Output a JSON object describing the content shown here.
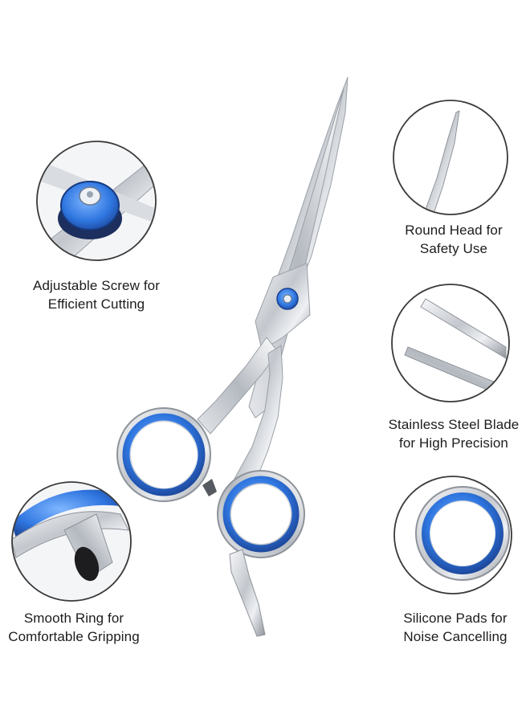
{
  "features": {
    "screw": {
      "line1": "Adjustable Screw for",
      "line2": "Efficient Cutting"
    },
    "head": {
      "line1": "Round Head for",
      "line2": "Safety Use"
    },
    "blade": {
      "line1": "Stainless Steel Blade",
      "line2": "for High Precision"
    },
    "ring": {
      "line1": "Smooth Ring for",
      "line2": "Comfortable Gripping"
    },
    "pads": {
      "line1": "Silicone Pads for",
      "line2": "Noise Cancelling"
    }
  },
  "colors": {
    "accent_blue": "#2f76e0",
    "steel": "#c9ccd1",
    "circle_border": "#3a3a3a",
    "text": "#1c1c1c"
  }
}
